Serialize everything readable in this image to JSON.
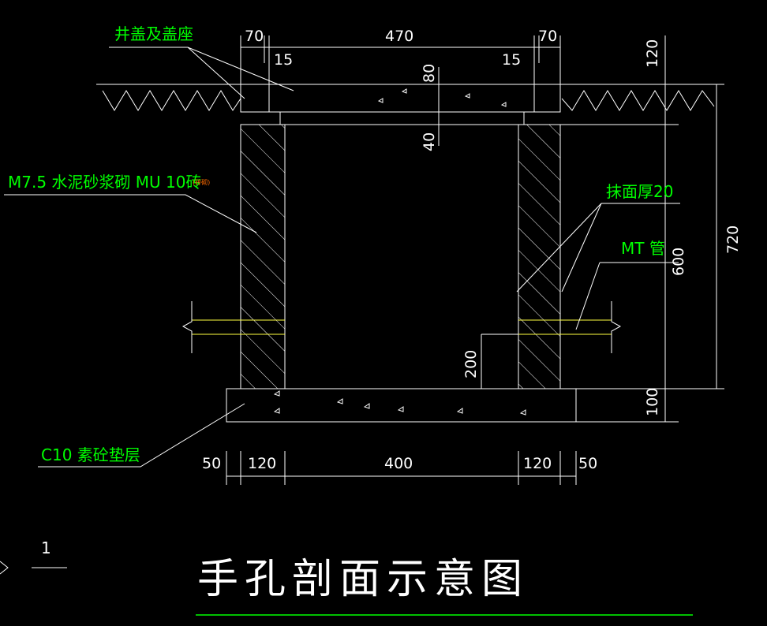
{
  "colors": {
    "background": "#000000",
    "line": "#ffffff",
    "label": "#00ff00",
    "small_note": "#ff6a00",
    "pipe": "#ffff40",
    "title": "#ffffff",
    "underline": "#00ff00"
  },
  "dimensions": {
    "top_left_70": "70",
    "top_470": "470",
    "top_right_70": "70",
    "left_15": "15",
    "right_15": "15",
    "right_120": "120",
    "cover_80": "80",
    "gap_40": "40",
    "right_720": "720",
    "right_600": "600",
    "pipe_200": "200",
    "bottom_100": "100",
    "bot_50_left": "50",
    "bot_120_left": "120",
    "bot_400": "400",
    "bot_120_right": "120",
    "bot_50_right": "50"
  },
  "labels": {
    "cover_seat": "井盖及盖座",
    "wall_material": "M7.5   水泥砂浆砌   MU 10砖",
    "wall_material_note": "(砖砌)",
    "plaster": "抹面厚20",
    "mt_pipe": "MT 管",
    "base": "C10  素砼垫层"
  },
  "title": "手孔剖面示意图",
  "section_marker": {
    "number": "1"
  }
}
